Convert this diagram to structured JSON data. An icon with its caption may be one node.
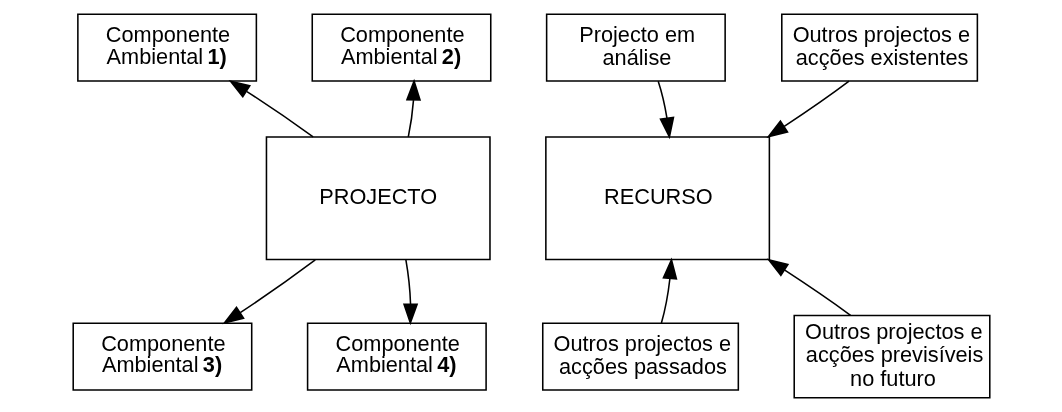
{
  "diagram": {
    "nodes": [
      {
        "text": [
          "Componente Ambiental **1)**"
        ]
      },
      {
        "text": [
          "Componente Ambiental **2)**"
        ]
      },
      {
        "text": [
          "PROJECTO"
        ]
      },
      {
        "text": [
          "Componente Ambiental **3)**"
        ]
      },
      {
        "text": [
          "Componente Ambiental **4)**"
        ]
      },
      {
        "text": [
          "Projecto em análise"
        ]
      },
      {
        "text": [
          "Outros projectos e acções existentes"
        ]
      },
      {
        "text": [
          "RECURSO"
        ]
      },
      {
        "text": [
          "Outros projectos e acções passados"
        ]
      },
      {
        "text": [
          "Outros projectos e acções previsíveis no futuro"
        ]
      }
    ],
    "edges": [
      {
        "from": 2,
        "to": 0,
        "arrow": "to"
      },
      {
        "from": 2,
        "to": 1,
        "arrow": "to"
      },
      {
        "from": 2,
        "to": 3,
        "arrow": "to"
      },
      {
        "from": 2,
        "to": 4,
        "arrow": "to"
      },
      {
        "from": 5,
        "to": 7,
        "arrow": "to"
      },
      {
        "from": 6,
        "to": 7,
        "arrow": "to"
      },
      {
        "from": 8,
        "to": 7,
        "arrow": "to"
      },
      {
        "from": 9,
        "to": 7,
        "arrow": "to"
      }
    ]
  }
}
